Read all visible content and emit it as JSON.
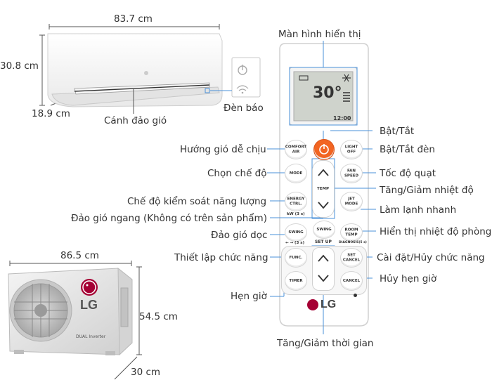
{
  "indoor_unit": {
    "width": "83.7 cm",
    "height": "30.8 cm",
    "depth": "18.9 cm",
    "parts": {
      "louver": "Cánh đảo gió",
      "indicator_light": "Đèn báo"
    }
  },
  "outdoor_unit": {
    "width": "86.5 cm",
    "height": "54.5 cm",
    "depth": "30 cm",
    "brand": "LG",
    "badge": "DUAL Inverter"
  },
  "remote": {
    "display_temp": "30°",
    "display_time": "12:00",
    "brand": "LG",
    "buttons": {
      "comfort_air": "COMFORT\nAIR",
      "light_off": "LIGHT\nOFF",
      "mode": "MODE",
      "fan_speed": "FAN\nSPEED",
      "temp": "TEMP",
      "energy_ctrl": "ENERGY\nCTRL.",
      "jet_mode": "JET\nMODE",
      "kw_note": "kW (3 s)",
      "swing_left": "SWING",
      "swing_right": "SWING",
      "room_temp": "ROOM\nTEMP",
      "swing_note": "← → (3 s)",
      "set_up": "SET UP",
      "diagnosis": "DIAGNOSIS(5 s)",
      "func": "FUNC.",
      "set_cancel": "SET\nCANCEL",
      "timer": "TIMER",
      "cancel": "CANCEL"
    }
  },
  "callouts": {
    "display": "Màn hình hiển thị",
    "power": "Bật/Tắt",
    "light": "Bật/Tắt đèn",
    "comfort_air": "Hướng gió dễ chịu",
    "mode": "Chọn chế độ",
    "fan_speed": "Tốc độ quạt",
    "temp": "Tăng/Giảm nhiệt độ",
    "energy": "Chế độ kiểm soát năng lượng",
    "jet_mode": "Làm lạnh nhanh",
    "swing_horizontal": "Đảo gió ngang (Không có trên sản phẩm)",
    "swing_vertical": "Đảo gió dọc",
    "room_temp": "Hiển thị nhiệt độ phòng",
    "func": "Thiết lập chức năng",
    "set_cancel": "Cài đặt/Hủy chức năng",
    "timer": "Hẹn giờ",
    "cancel_timer": "Hủy hẹn giờ",
    "time_adjust": "Tăng/Giảm thời gian"
  },
  "colors": {
    "power_button": "#f26522",
    "label_text": "#333333",
    "leader_line": "#4a90d9",
    "lg_logo": "#a50034"
  }
}
